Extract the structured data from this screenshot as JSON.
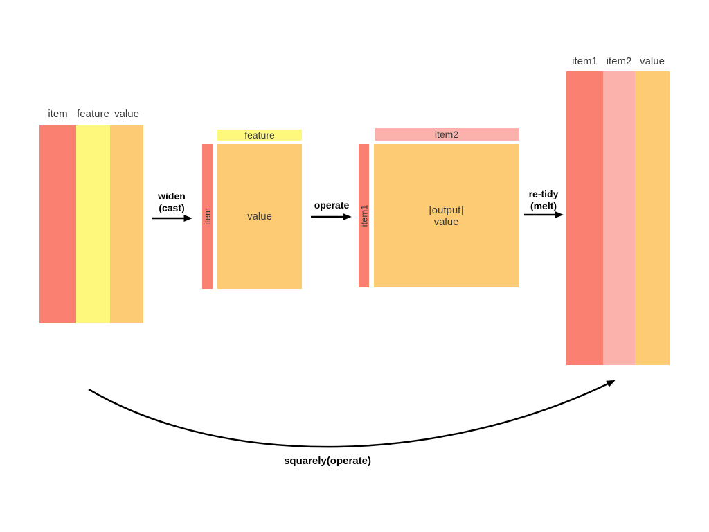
{
  "colors": {
    "red": "#FA8072",
    "yellow": "#FEF87D",
    "orange": "#FDCB74",
    "pink": "#FBB2AC",
    "arrow": "#000000"
  },
  "left_table": {
    "headers": [
      "item",
      "feature",
      "value"
    ]
  },
  "widen_arrow": {
    "line1": "widen",
    "line2": "(cast)"
  },
  "wide_matrix": {
    "col_header": "feature",
    "row_header": "item",
    "body": "value"
  },
  "operate_arrow": {
    "label": "operate"
  },
  "output_matrix": {
    "col_header": "item2",
    "row_header": "item1",
    "body_line1": "[output]",
    "body_line2": "value"
  },
  "retidy_arrow": {
    "line1": "re-tidy",
    "line2": "(melt)"
  },
  "right_table": {
    "headers": [
      "item1",
      "item2",
      "value"
    ]
  },
  "squarely_arrow": {
    "label": "squarely(operate)"
  }
}
